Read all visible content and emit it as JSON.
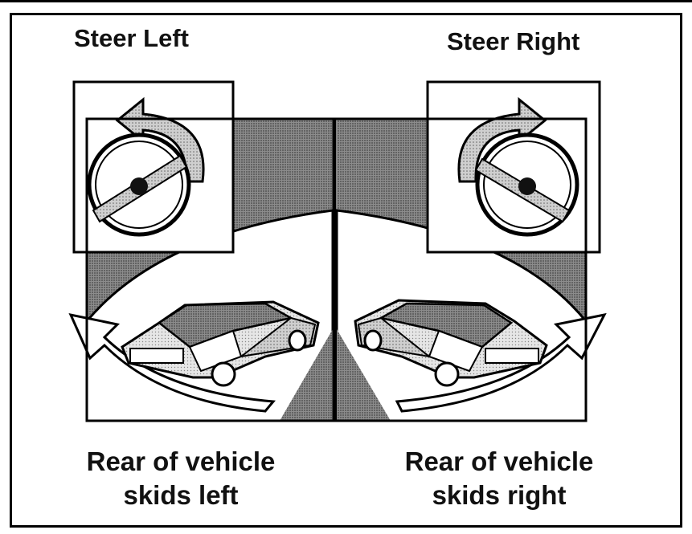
{
  "left_panel": {
    "heading": "Steer Left",
    "caption_line1": "Rear of vehicle",
    "caption_line2": "skids left",
    "steer_direction": "left",
    "skid_direction": "left"
  },
  "right_panel": {
    "heading": "Steer Right",
    "caption_line1": "Rear of vehicle",
    "caption_line2": "skids right",
    "steer_direction": "right",
    "skid_direction": "right"
  },
  "colors": {
    "ink": "#111111",
    "road_gray": "#9a9a9a",
    "sky_gray": "#b5b5b5",
    "car_dark": "#2a2a2a",
    "car_light": "#d8d8d8"
  },
  "icons": [
    "steering-wheel-icon",
    "curved-arrow-icon",
    "car-icon",
    "skid-arrow-icon"
  ]
}
